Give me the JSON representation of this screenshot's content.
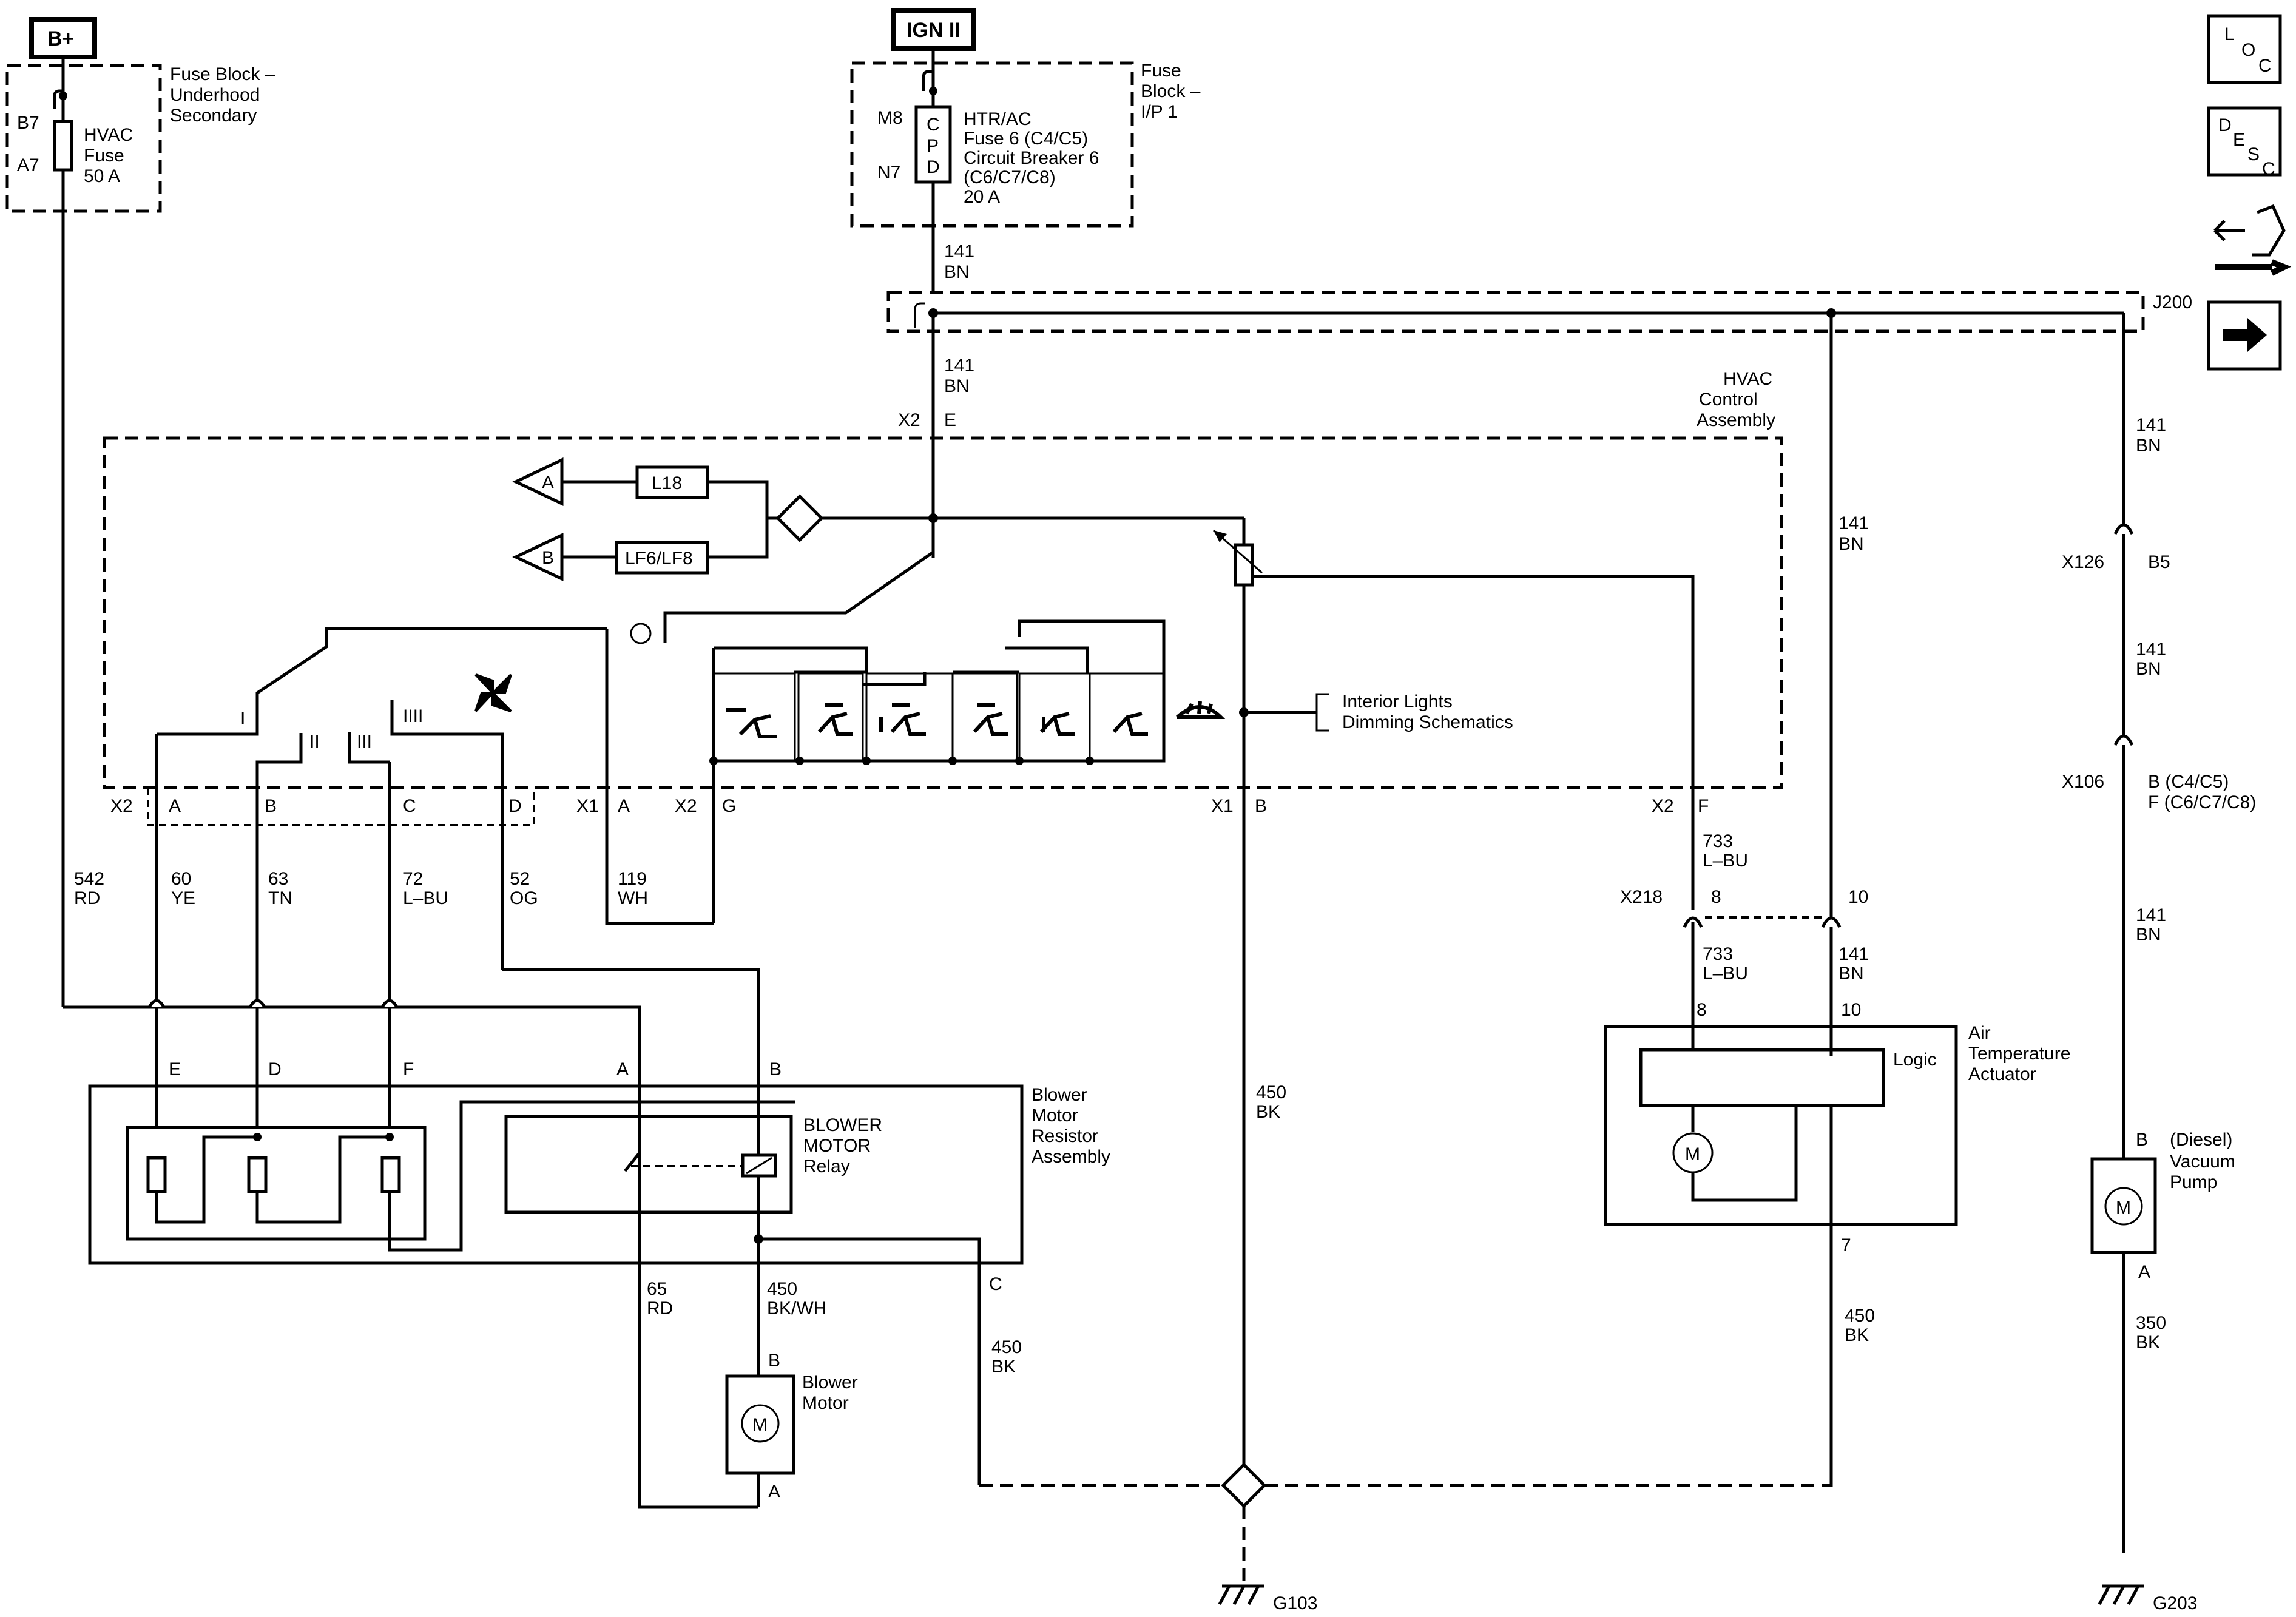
{
  "sources": {
    "b_plus": "B+",
    "ign": "IGN II"
  },
  "fuse_block_underhood": {
    "title": [
      "Fuse Block –",
      "Underhood",
      "Secondary"
    ],
    "pin_top": "B7",
    "pin_bottom": "A7",
    "fuse": [
      "HVAC",
      "Fuse",
      "50 A"
    ]
  },
  "fuse_block_ip": {
    "title": [
      "Fuse",
      "Block –",
      "I/P 1"
    ],
    "pin_top": "M8",
    "pin_bottom": "N7",
    "cpd": [
      "C",
      "P",
      "D"
    ],
    "desc": [
      "HTR/AC",
      "Fuse 6 (C4/C5)",
      "Circuit Breaker 6",
      "(C6/C7/C8)",
      "20 A"
    ]
  },
  "splice": "J200",
  "hvac_control": {
    "title": [
      "HVAC",
      "Control",
      "Assembly"
    ],
    "connector_top": [
      "X2",
      "E"
    ],
    "arrow_a": "A",
    "arrow_b": "B",
    "l18": "L18",
    "lf6": "LF6/LF8",
    "speeds": [
      "I",
      "II",
      "III",
      "IIII"
    ],
    "interior_lights": [
      "Interior Lights",
      "Dimming Schematics"
    ],
    "bottom_pins": [
      "X2",
      "A",
      "B",
      "C",
      "D",
      "X1",
      "A",
      "X2",
      "G",
      "X1",
      "B",
      "X2",
      "F"
    ]
  },
  "wires": {
    "w141_a": [
      "141",
      "BN"
    ],
    "w141_b": [
      "141",
      "BN"
    ],
    "w141_c": [
      "141",
      "BN"
    ],
    "w141_d": [
      "141",
      "BN"
    ],
    "w141_e": [
      "141",
      "BN"
    ],
    "w141_f": [
      "141",
      "BN"
    ],
    "w141_g": [
      "141",
      "BN"
    ],
    "w542": [
      "542",
      "RD"
    ],
    "w60": [
      "60",
      "YE"
    ],
    "w63": [
      "63",
      "TN"
    ],
    "w72": [
      "72",
      "L–BU"
    ],
    "w52": [
      "52",
      "OG"
    ],
    "w119": [
      "119",
      "WH"
    ],
    "w733_a": [
      "733",
      "L–BU"
    ],
    "w733_b": [
      "733",
      "L–BU"
    ],
    "w450_a": [
      "450",
      "BK"
    ],
    "w450_b": [
      "450",
      "BK"
    ],
    "w450_c": [
      "450",
      "BK"
    ],
    "w450_bkwh": [
      "450",
      "BK/WH"
    ],
    "w65": [
      "65",
      "RD"
    ],
    "w350": [
      "350",
      "BK"
    ]
  },
  "connectors": {
    "x126": "X126",
    "b5": "B5",
    "x106": "X106",
    "x106_pins": [
      "B (C4/C5)",
      "F (C6/C7/C8)"
    ],
    "x218": "X218",
    "pin8": "8",
    "pin10": "10"
  },
  "resistor_assembly": {
    "title": [
      "Blower",
      "Motor",
      "Resistor",
      "Assembly"
    ],
    "pins": [
      "E",
      "D",
      "F",
      "A",
      "B",
      "C"
    ],
    "relay": [
      "BLOWER",
      "MOTOR",
      "Relay"
    ]
  },
  "blower_motor": {
    "title": [
      "Blower",
      "Motor"
    ],
    "pin_b": "B",
    "pin_a": "A",
    "m": "M"
  },
  "actuator": {
    "title": [
      "Air",
      "Temperature",
      "Actuator"
    ],
    "logic": "Logic",
    "pin8": "8",
    "pin10": "10",
    "pin7": "7",
    "m": "M"
  },
  "vacuum_pump": {
    "title": [
      "Vacuum",
      "Pump"
    ],
    "diesel": "(Diesel)",
    "pin_b": "B",
    "pin_a": "A",
    "m": "M"
  },
  "grounds": {
    "g103": "G103",
    "g203": "G203"
  },
  "nav_icons": {
    "loc": [
      "L",
      "O",
      "C"
    ],
    "desc": [
      "D",
      "E",
      "S",
      "C"
    ]
  }
}
